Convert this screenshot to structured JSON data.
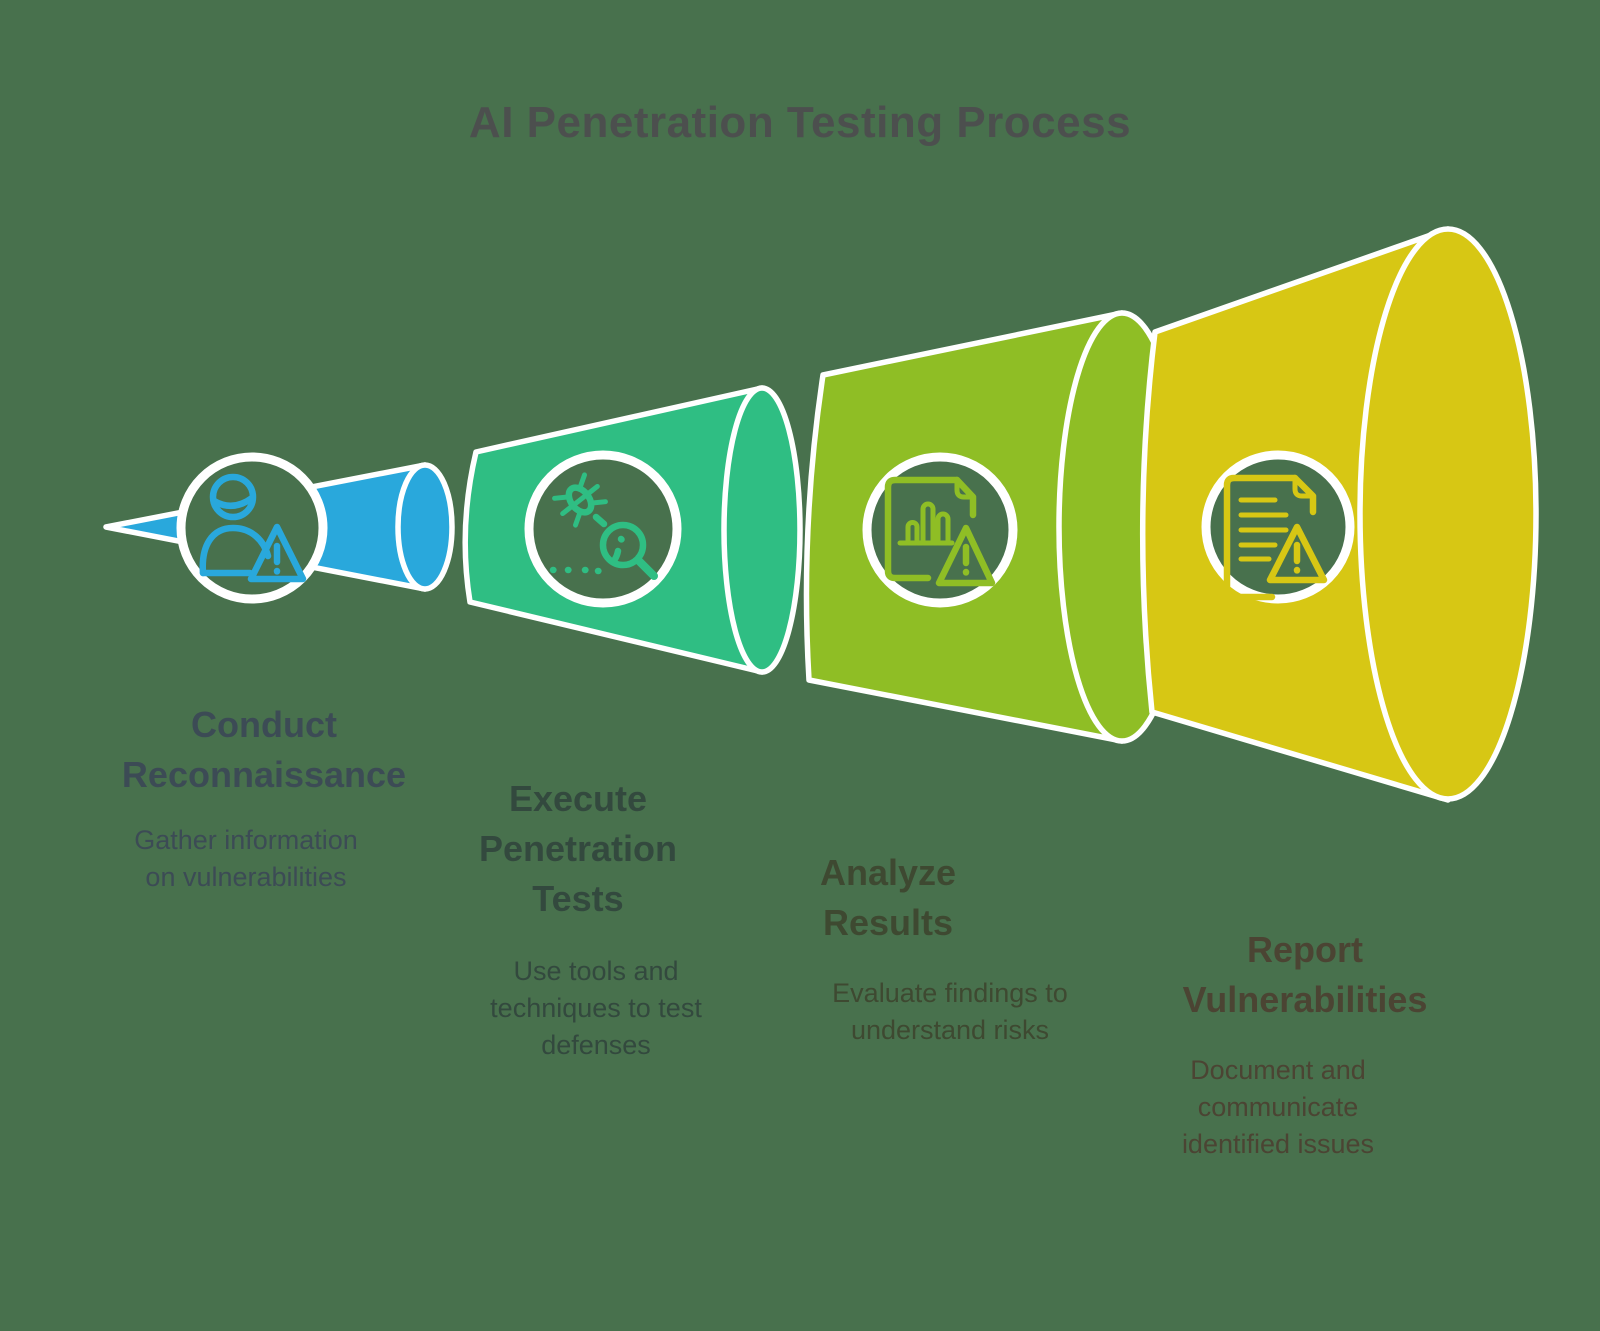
{
  "title": "AI Penetration Testing Process",
  "title_color": "#4C4F4E",
  "background_color": "#48714D",
  "outline_color": "#FFFFFF",
  "diagram_type": "funnel-process",
  "stages": [
    {
      "heading": "Conduct\nReconnaissance",
      "description": "Gather information\non vulnerabilities",
      "color": "#29A8DC",
      "text_color": "#3C4B55",
      "icon": "person-warning-icon"
    },
    {
      "heading": "Execute\nPenetration\nTests",
      "description": "Use tools and\ntechniques to test\ndefenses",
      "color": "#2FBE83",
      "text_color": "#33493E",
      "icon": "bug-magnifier-icon"
    },
    {
      "heading": "Analyze\nResults",
      "description": "Evaluate findings to\nunderstand risks",
      "color": "#8FBE25",
      "text_color": "#3E4931",
      "icon": "chart-document-warning-icon"
    },
    {
      "heading": "Report\nVulnerabilities",
      "description": "Document and\ncommunicate\nidentified issues",
      "color": "#D7C714",
      "text_color": "#4B4433",
      "icon": "report-document-warning-icon"
    }
  ]
}
